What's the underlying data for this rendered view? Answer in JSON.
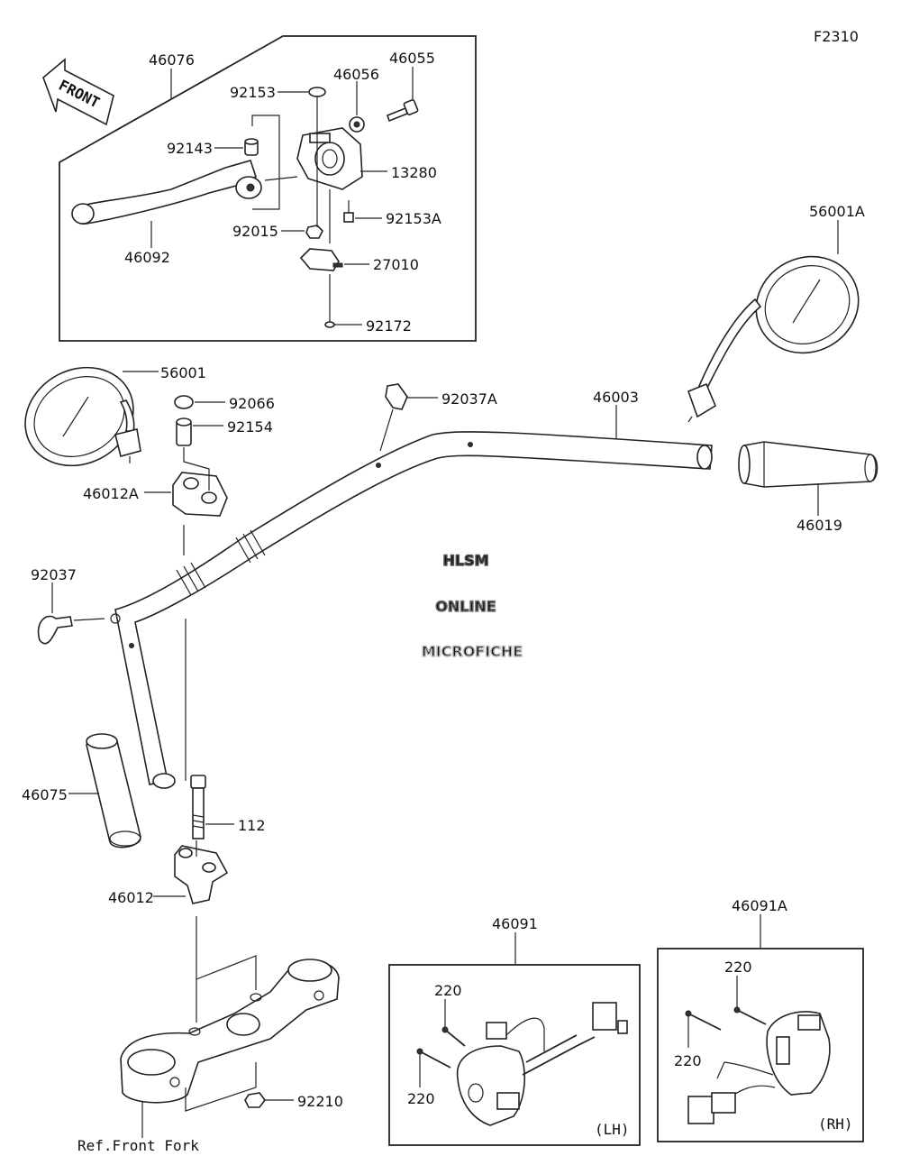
{
  "figure_code": "F2310",
  "front_label": "FRONT",
  "ref_label": "Ref.Front Fork",
  "watermark": [
    "HLSM",
    "ONLINE",
    "MICROFICHE"
  ],
  "side_labels": {
    "lh": "(LH)",
    "rh": "(RH)"
  },
  "parts": {
    "p46076": "46076",
    "p46055": "46055",
    "p46056": "46056",
    "p92153": "92153",
    "p92143": "92143",
    "p13280": "13280",
    "p92153A": "92153A",
    "p92015": "92015",
    "p46092": "46092",
    "p27010": "27010",
    "p92172": "92172",
    "p56001A": "56001A",
    "p56001": "56001",
    "p92066": "92066",
    "p92154": "92154",
    "p46012A": "46012A",
    "p92037A": "92037A",
    "p46003": "46003",
    "p46019": "46019",
    "p92037": "92037",
    "p46075": "46075",
    "p112": "112",
    "p46012": "46012",
    "p46091": "46091",
    "p46091A": "46091A",
    "p220_lh_a": "220",
    "p220_lh_b": "220",
    "p220_rh_a": "220",
    "p220_rh_b": "220",
    "p92210": "92210"
  }
}
